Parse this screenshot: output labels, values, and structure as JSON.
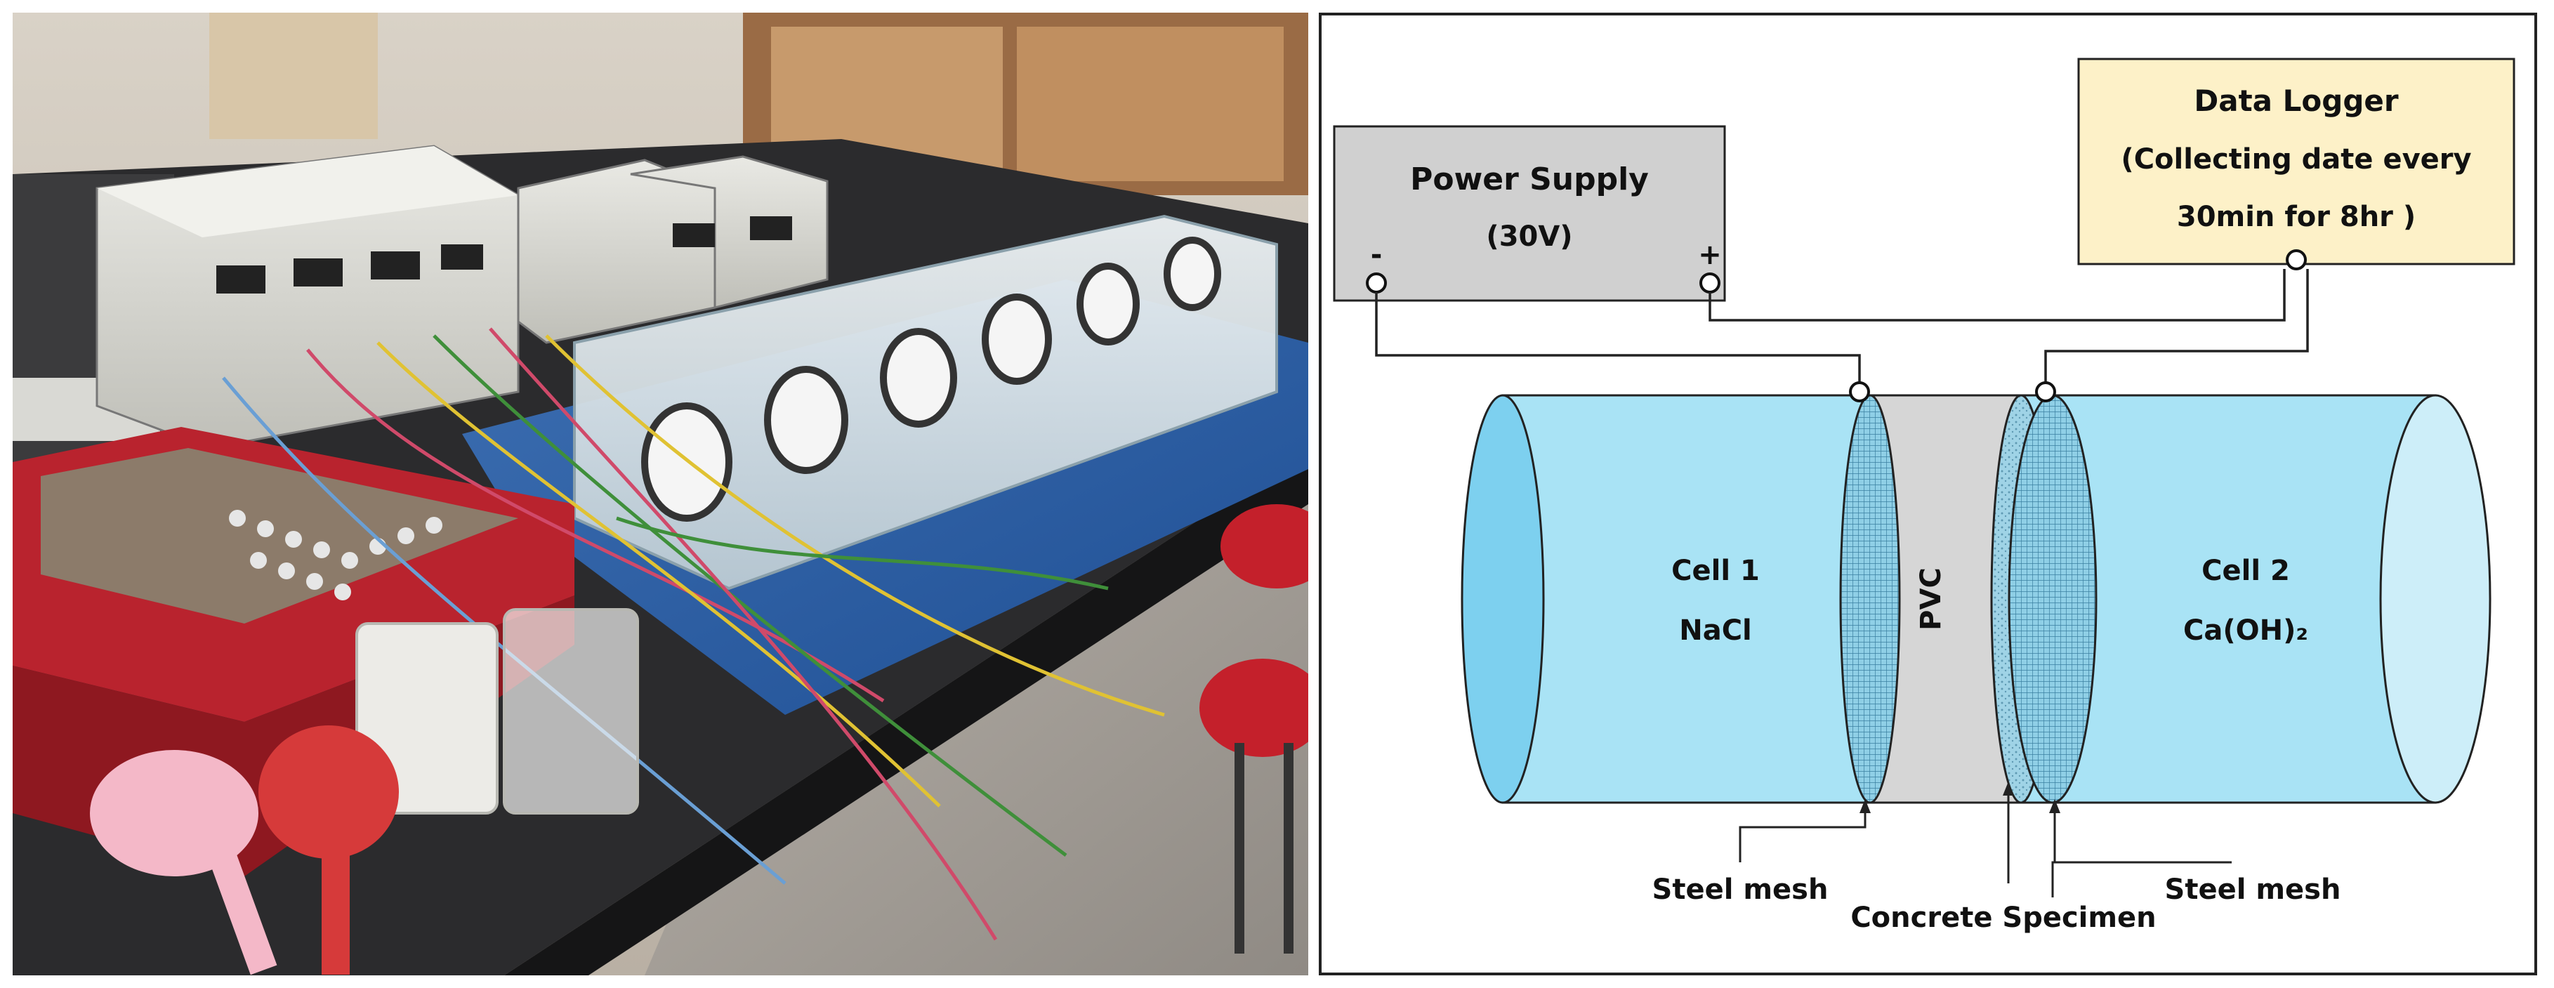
{
  "diagram": {
    "power_supply": {
      "title": "Power Supply",
      "voltage": "(30V)",
      "minus": "-",
      "plus": "+"
    },
    "data_logger": {
      "title": "Data Logger",
      "line2": "(Collecting date every",
      "line3": "30min for 8hr )"
    },
    "cell1": {
      "name": "Cell 1",
      "solution": "NaCl"
    },
    "pvc": "PVC",
    "cell2": {
      "name": "Cell 2",
      "solution": "Ca(OH)₂"
    },
    "labels": {
      "steel_mesh_left": "Steel mesh",
      "concrete_specimen": "Concrete Specimen",
      "steel_mesh_right": "Steel mesh"
    },
    "colors": {
      "power_supply_fill": "#d0d0d0",
      "data_logger_fill": "#fdf1c8",
      "cell_fill": "#a9e3f5",
      "cell_end_fill": "#7dd0ef",
      "pvc_fill": "#d6d6d6",
      "mesh_fill": "#8fcfe6"
    }
  }
}
